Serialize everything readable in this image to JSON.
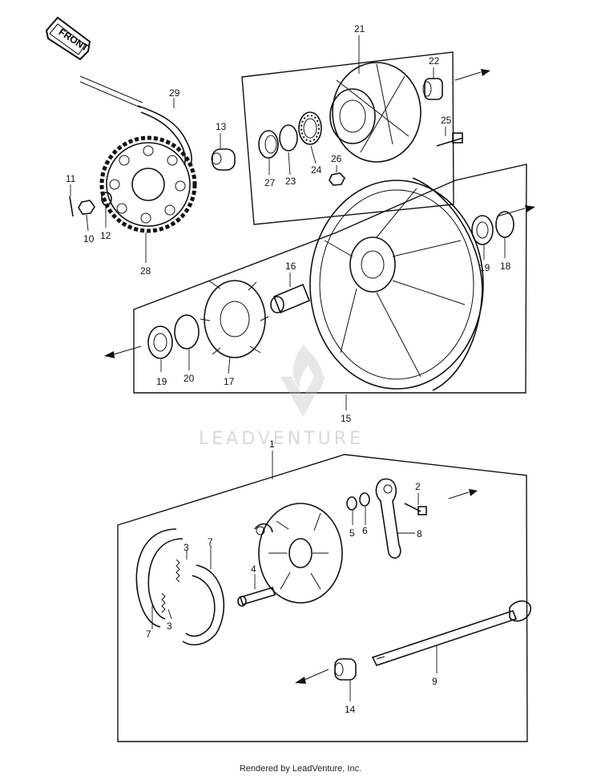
{
  "front_label": "FRONT",
  "watermark": "LEADVENTURE",
  "footer": "Rendered by LeadVenture, Inc.",
  "callouts": [
    "21",
    "22",
    "25",
    "26",
    "24",
    "23",
    "27",
    "13",
    "29",
    "11",
    "10",
    "12",
    "28",
    "16",
    "19",
    "18",
    "19",
    "20",
    "17",
    "15",
    "1",
    "2",
    "5",
    "6",
    "8",
    "7",
    "3",
    "4",
    "3",
    "7",
    "9",
    "14"
  ]
}
